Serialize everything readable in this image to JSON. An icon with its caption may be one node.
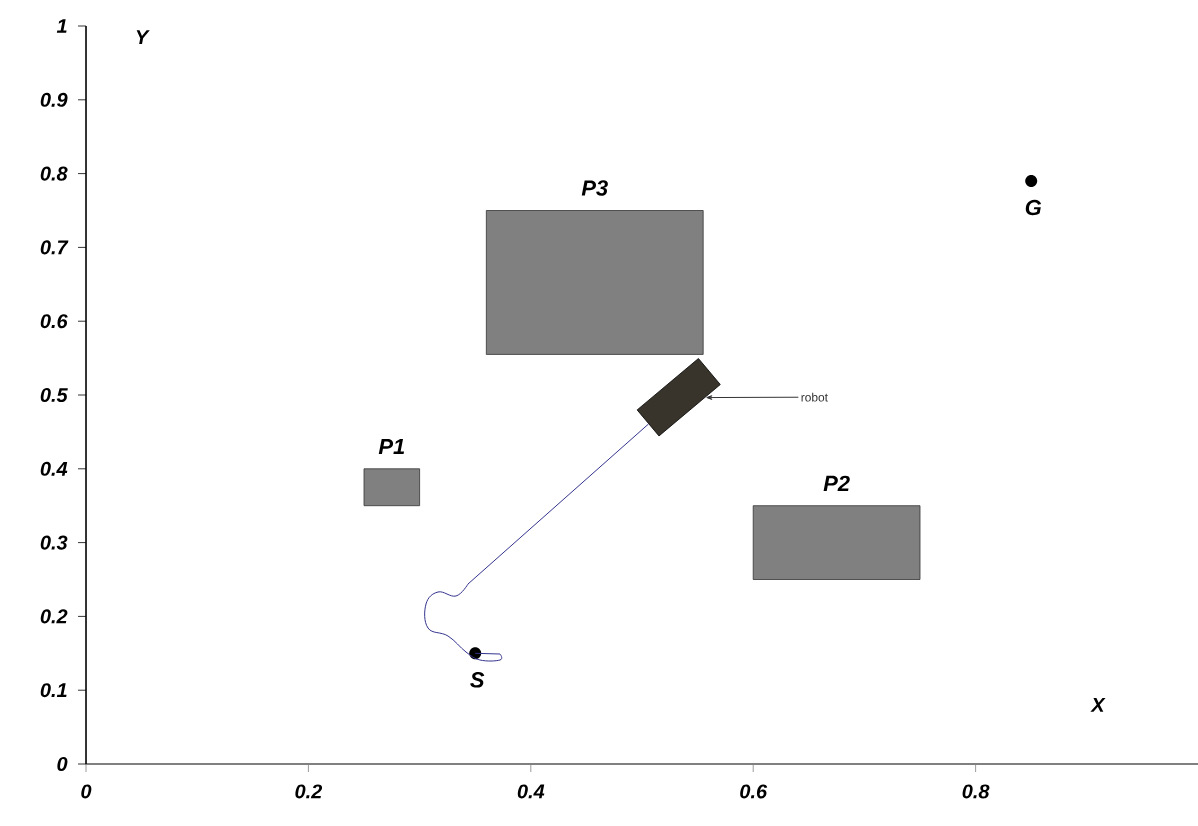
{
  "diagram": {
    "nodes": [
      {
        "text": [
          "P3"
        ]
      },
      {
        "text": [
          "G"
        ]
      },
      {
        "text": [],
        "shape": "box"
      },
      {
        "text": [
          "robot"
        ]
      },
      {
        "text": [
          "P1"
        ]
      },
      {
        "text": [
          "P2"
        ]
      },
      {
        "text": [
          "S"
        ]
      }
    ],
    "edges": [
      {
        "from": 6,
        "to": 2,
        "arrow": "none",
        "color": "#33338f"
      },
      {
        "from": 3,
        "to": 2,
        "arrow": "to",
        "color": "#333333"
      }
    ],
    "chart_data": {
      "type": "scatter",
      "xlabel": "X",
      "ylabel": "Y",
      "xlim": [
        0,
        1
      ],
      "ylim": [
        0,
        1
      ],
      "xticks": [
        0,
        0.2,
        0.4,
        0.6,
        0.8
      ],
      "yticks": [
        0,
        0.1,
        0.2,
        0.3,
        0.4,
        0.5,
        0.6,
        0.7,
        0.8,
        0.9,
        1
      ]
    }
  }
}
